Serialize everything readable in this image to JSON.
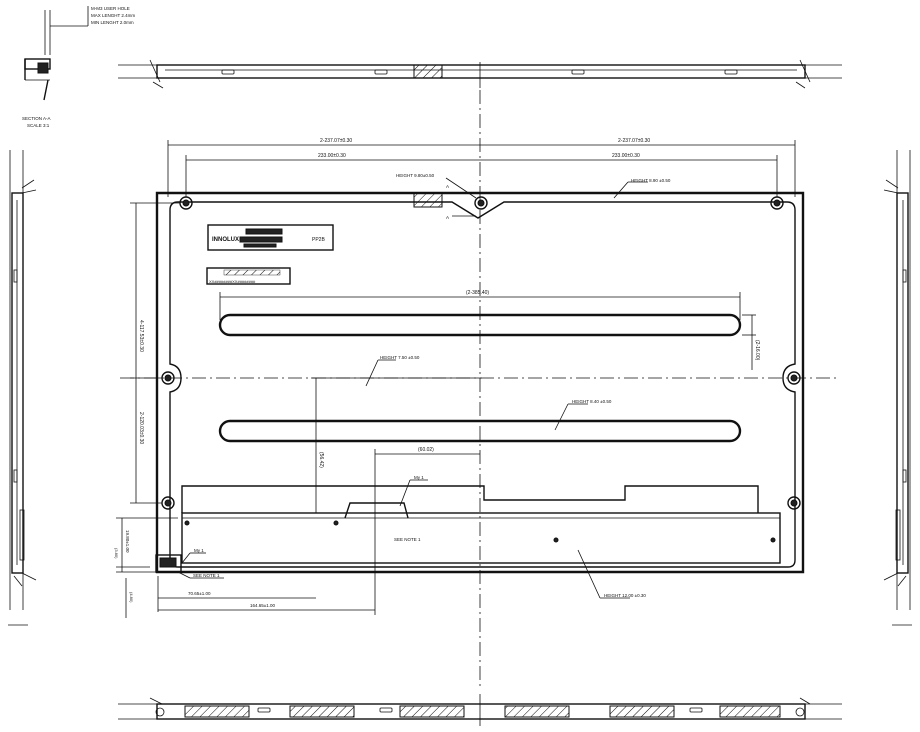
{
  "notes": {
    "screw_line1": "M-M3 USER HOLE",
    "screw_line2": "MAX LENGHT 2.4mm",
    "screw_line3": "MIN LENGHT 2.0mm"
  },
  "section": {
    "title": "SECTION A-A",
    "scale": "SCALE 3:1"
  },
  "dimensions": {
    "top_left_outer": "2-237.07±0.30",
    "top_right_outer": "2-237.07±0.30",
    "top_left_inner": "233.00±0.30",
    "top_right_inner": "233.00±0.30",
    "left_upper": "4-117.53±0.30",
    "left_lower": "2-120.03±0.30",
    "slot_length": "(2-385.40)",
    "slot_width": "(2-16.00)",
    "connector_width": "(60.02)",
    "connector_height": "(56.42)",
    "bottom_left_small": "19.80±1.00",
    "bottom_left_tiny": "(3.80)",
    "bottom_offset": "70.65±1.00",
    "bottom_total": "164.65±1.00",
    "below_tiny": "(4.80)"
  },
  "heights": {
    "center_top": "HEIGHT 9.80±0.50",
    "right_top": "HEIGHT 8.90 ±0.50",
    "middle": "HEIGHT 7.50 ±0.50",
    "slot_lower": "HEIGHT 8.40 ±0.50",
    "bottom": "HEIGHT 12.00 ±0.30"
  },
  "labels": {
    "section_mark_a1": "A",
    "section_mark_a2": "A",
    "see_note_1": "SEE NOTE 1",
    "see_note_2": "SEE NOTE 1",
    "mylar_1": "My 1",
    "mylar_2": "My 1",
    "brand": "INNOLUX",
    "model_tag": "PP2B",
    "barcode_text": "XX########XX########"
  },
  "colors": {
    "line": "#111111",
    "background": "#ffffff"
  }
}
